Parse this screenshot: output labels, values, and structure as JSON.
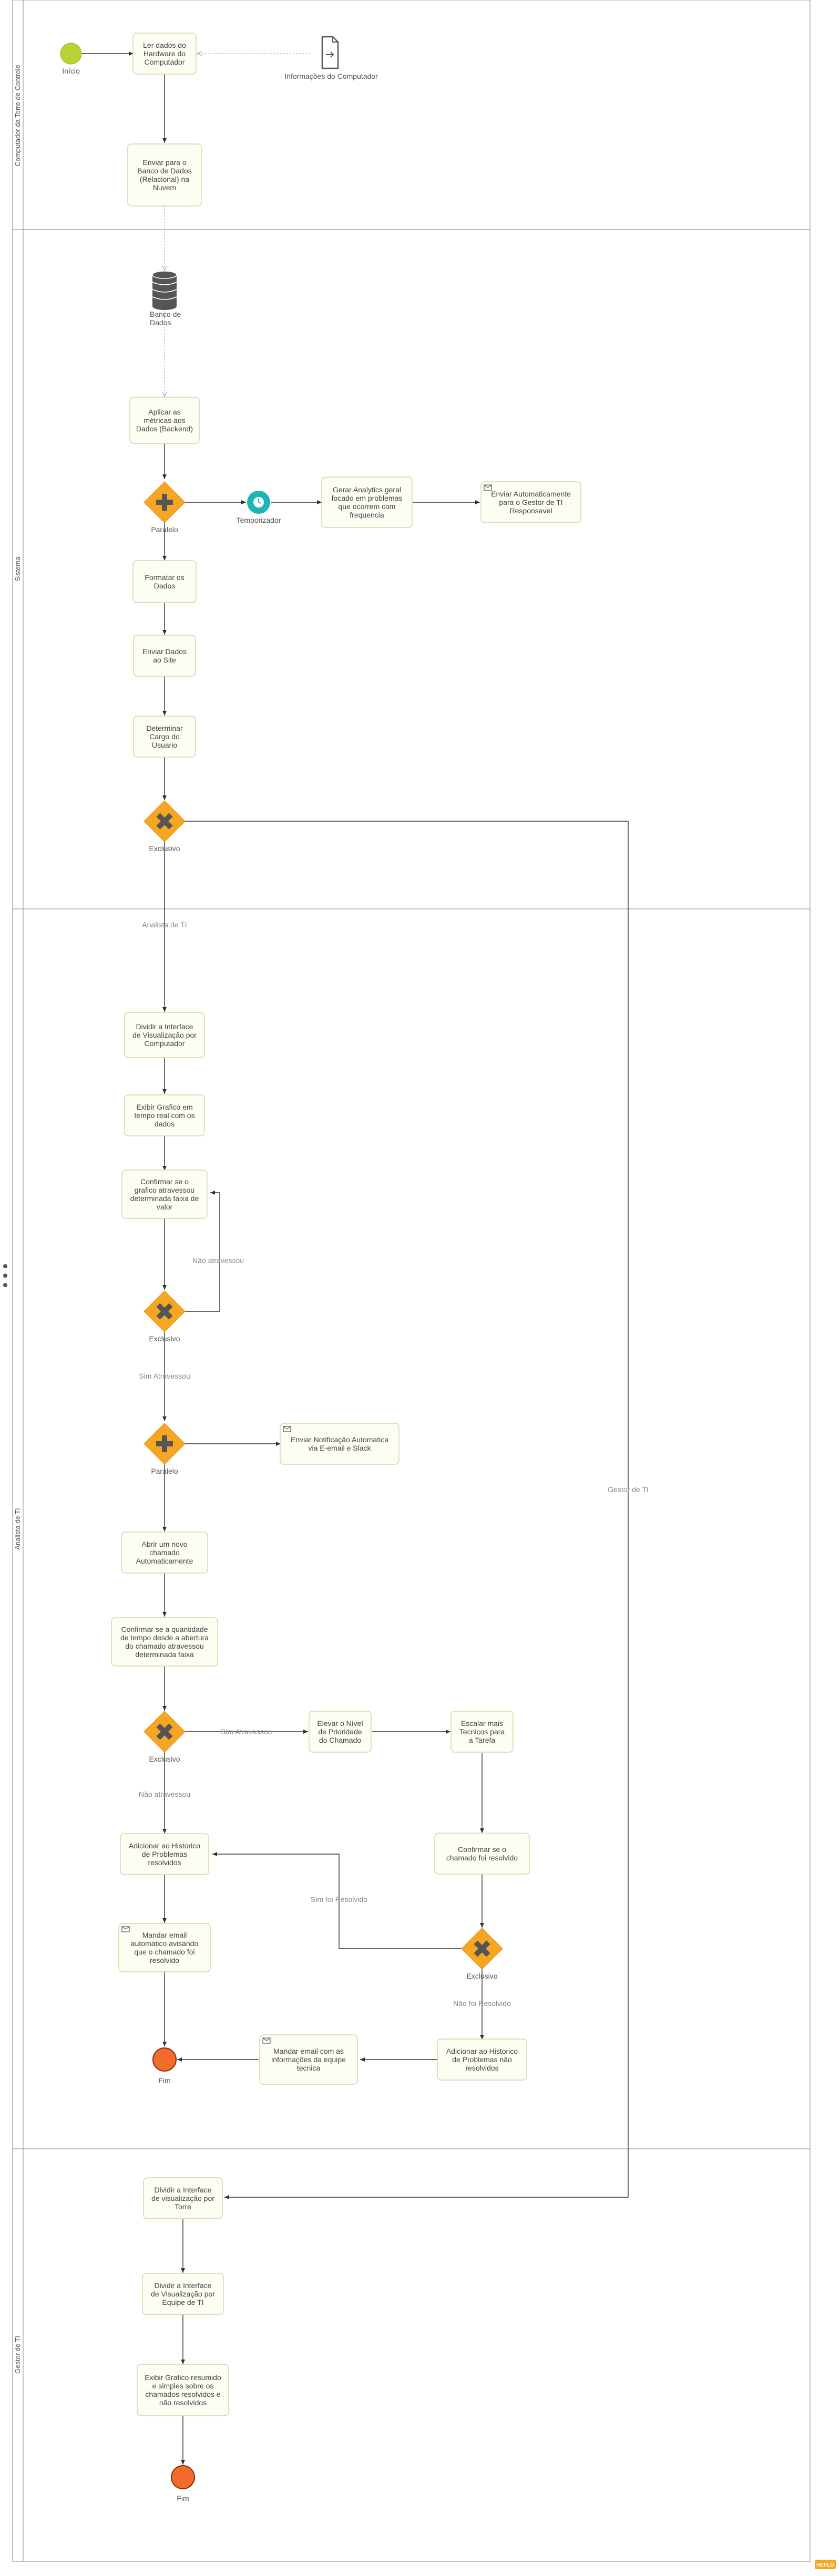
{
  "lanes": {
    "computador": "Computador da Torre de Controle",
    "sistema": "Sistema",
    "analista": "Analista de TI",
    "gestor": "Gestor de TI"
  },
  "events": {
    "inicio": "Início",
    "fim1": "Fim",
    "fim2": "Fim",
    "temporizador": "Temporizador"
  },
  "data_objects": {
    "info_computador": "Informações do Computador",
    "banco": [
      "Banco de",
      "Dados"
    ]
  },
  "tasks": {
    "ler_dados": [
      "Ler dados do",
      "Hardware do",
      "Computador"
    ],
    "enviar_banco": [
      "Enviar para o",
      "Banco de Dados",
      "(Relacional) na",
      "Nuvem"
    ],
    "aplicar_metricas": [
      "Aplicar as",
      "métricas aos",
      "Dados (Backend)"
    ],
    "gerar_analytics": [
      "Gerar Analytics geral",
      "focado em problemas",
      "que ocorrem com",
      "frequencia"
    ],
    "enviar_auto_gestor": [
      "Enviar Automaticamente",
      "para o Gestor de TI",
      "Responsavel"
    ],
    "formatar_dados": [
      "Formatar os",
      "Dados"
    ],
    "enviar_site": [
      "Enviar Dados",
      "ao Site"
    ],
    "determinar_cargo": [
      "Determinar",
      "Cargo do",
      "Usuario"
    ],
    "dividir_interface_comp": [
      "Dividir a Interface",
      "de Visualização por",
      "Computador"
    ],
    "exibir_grafico": [
      "Exibir Grafico em",
      "tempo real com os",
      "dados"
    ],
    "confirmar_grafico": [
      "Confirmar se o",
      "grafico atravessou",
      "determinada faixa de",
      "valor"
    ],
    "enviar_notificacao": [
      "Enviar Notificação Automatica",
      "via E-email e Slack"
    ],
    "abrir_chamado": [
      "Abrir um novo",
      "chamado",
      "Automaticamente"
    ],
    "confirmar_tempo": [
      "Confirmar se a quantidade",
      "de tempo desde a abertura",
      "do chamado atravessou",
      "determinada faixa"
    ],
    "elevar_prioridade": [
      "Elevar o Nível",
      "de Prioridade",
      "do Chamado"
    ],
    "escalar_tecnicos": [
      "Escalar mais",
      "Tecnicos para",
      "a Tarefa"
    ],
    "confirmar_resolvido": [
      "Confirmar se o",
      "chamado foi resolvido"
    ],
    "adicionar_historico_resolvidos": [
      "Adicionar ao Historico",
      "de Problemas",
      "resolvidos"
    ],
    "mandar_email_resolvido": [
      "Mandar email",
      "automatico avisando",
      "que o chamado foi",
      "resolvido"
    ],
    "mandar_email_equipe": [
      "Mandar email com as",
      "informações da equipe",
      "tecnica"
    ],
    "adicionar_historico_nao": [
      "Adicionar ao Historico",
      "de Problemas não",
      "resolvidos"
    ],
    "dividir_interface_torre": [
      "Dividir a Interface",
      "de visualização por",
      "Torre"
    ],
    "dividir_interface_equipe": [
      "Dividir a Interface",
      "de Visualização por",
      "Equipe de TI"
    ],
    "exibir_resumido": [
      "Exibir Grafico resumido",
      "e simples sobre os",
      "chamados resolvidos e",
      "não resolvidos"
    ]
  },
  "gateways": {
    "paralelo1": "Paralelo",
    "exclusivo1": "Exclusivo",
    "exclusivo2": "Exclusivo",
    "paralelo2": "Paralelo",
    "exclusivo3": "Exclusivo",
    "exclusivo4": "Exclusivo"
  },
  "flow_labels": {
    "analista": "Analista de TI",
    "nao_atravessou1": "Não atravessou",
    "sim_atravessou1": "Sim Atravessou",
    "sim_atravessou2": "Sim Atravessou",
    "nao_atravessou2": "Não atravessou",
    "sim_resolvido": "Sim foi Resolvido",
    "nao_resolvido": "Não foi Resolvido",
    "gestor": "Gestor de TI"
  },
  "colors": {
    "task_fill": "#fdfdf3",
    "task_stroke": "#d6d6a8",
    "gateway": "#f5a623",
    "start": "#b7d334",
    "end": "#f26b2a",
    "timer": "#1fb5b5",
    "data_flow": "#9aaed0",
    "lane_border": "#999999",
    "logo": "#f5a623"
  },
  "logo": "HEFLO"
}
